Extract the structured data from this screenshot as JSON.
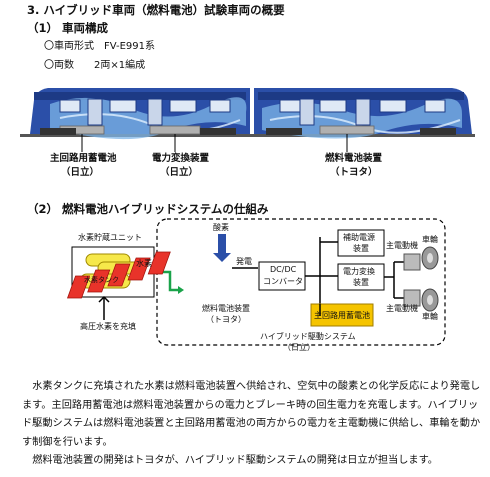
{
  "heading": "3. ハイブリッド車両（燃料電池）試験車両の概要",
  "section1": {
    "title": "（1） 車両構成",
    "items": [
      "〇車両形式　FV-E991系",
      "〇両数　　2両×1編成"
    ]
  },
  "train_labels": {
    "main_battery": "主回路用蓄電池",
    "main_battery_maker": "（日立）",
    "power_converter": "電力変換装置",
    "power_converter_maker": "（日立）",
    "fuel_cell": "燃料電池装置",
    "fuel_cell_maker": "（トヨタ）"
  },
  "section2": {
    "title": "（2） 燃料電池ハイブリッドシステムの仕組み"
  },
  "diagram": {
    "h2_unit": "水素貯蔵ユニット",
    "h2_tank": "水素タンク",
    "h2_fill": "高圧水素を充填",
    "hydrogen": "水素",
    "oxygen": "酸素",
    "generation": "発電",
    "fc_device": "燃料電池装置",
    "fc_maker": "（トヨタ）",
    "dcdc": "DC/DC",
    "converter": "コンバータ",
    "aux_power": "補助電源",
    "aux_power2": "装置",
    "power_conv": "電力変換",
    "power_conv2": "装置",
    "battery": "主回路用蓄電池",
    "system": "ハイブリッド駆動システム",
    "system_maker": "（日立）",
    "motor1": "主電動機",
    "motor2": "主電動機",
    "wheel1": "車輪",
    "wheel2": "車輪"
  },
  "body": {
    "p1": "水素タンクに充填された水素は燃料電池装置へ供給され、空気中の酸素との化学反応により発電します。主回路用蓄電池は燃料電池装置からの電力とブレーキ時の回生電力を充電します。ハイブリッド駆動システムは燃料電池装置と主回路用蓄電池の両方からの電力を主電動機に供給し、車輪を動かす制御を行います。",
    "p2": "燃料電池装置の開発はトヨタが、ハイブリッド駆動システムの開発は日立が担当します。"
  },
  "colors": {
    "train_blue": "#2b4fa8",
    "fc_red": "#e8332a",
    "battery_yellow": "#f5c400",
    "arrow_green": "#1aa34a"
  }
}
